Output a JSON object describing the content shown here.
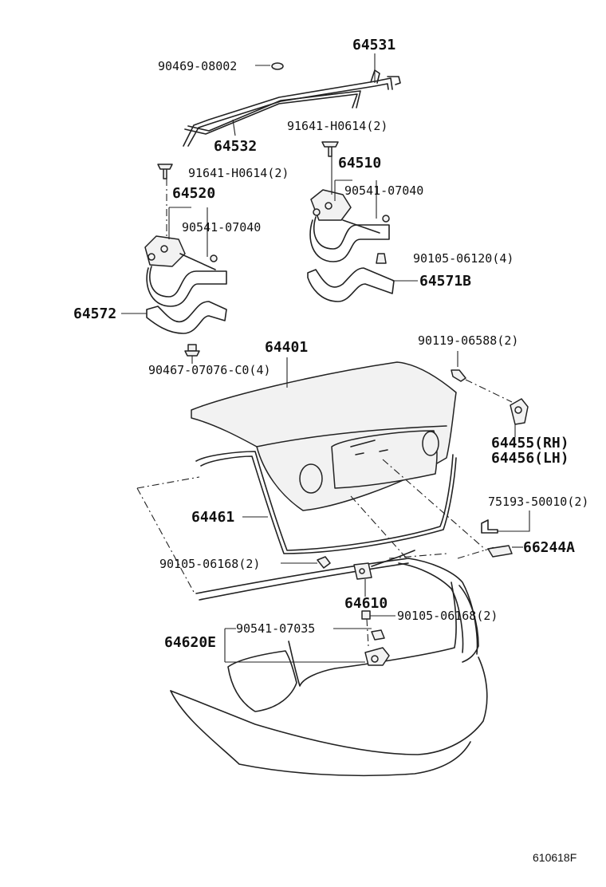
{
  "labels": {
    "p64531": "64531",
    "p90469_08002": "90469-08002",
    "p64532": "64532",
    "p91641_h0614_a": "91641-H0614(2)",
    "p64510": "64510",
    "p90541_07040_a": "90541-07040",
    "p91641_h0614_b": "91641-H0614(2)",
    "p64520": "64520",
    "p90541_07040_b": "90541-07040",
    "p90105_06120": "90105-06120(4)",
    "p64571b": "64571B",
    "p64572": "64572",
    "p64401": "64401",
    "p90119_06588": "90119-06588(2)",
    "p90467_07076": "90467-07076-C0(4)",
    "p64455": "64455(RH)",
    "p64456": "64456(LH)",
    "p64461": "64461",
    "p75193_50010": "75193-50010(2)",
    "p66244a": "66244A",
    "p90105_06168_a": "90105-06168(2)",
    "p64610": "64610",
    "p90105_06168_b": "90105-06168(2)",
    "p90541_07035": "90541-07035",
    "p64620e": "64620E"
  },
  "ref_code": "610618F"
}
